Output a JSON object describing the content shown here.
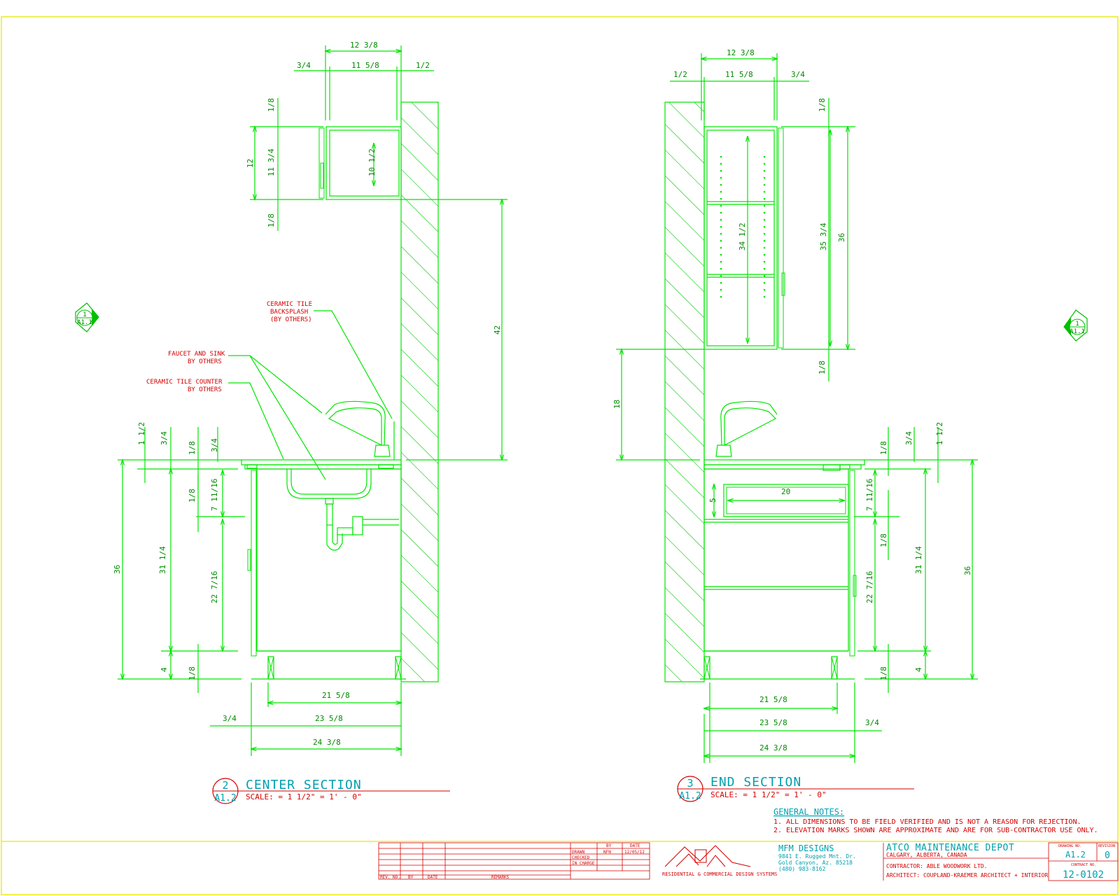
{
  "views": {
    "center": {
      "number": "2",
      "sheet": "A1.2",
      "title": "CENTER SECTION",
      "scale": "SCALE: = 1 1/2\" = 1' - 0\"",
      "dims": {
        "upper_overall_width": "12 3/8",
        "upper_left_offset": "3/4",
        "upper_inner_width": "11 5/8",
        "upper_right_offset": "1/2",
        "upper_top_gap": "1/8",
        "upper_height": "12",
        "upper_inner_height": "11 3/4",
        "upper_door_height": "10 1/2",
        "upper_bottom_gap": "1/8",
        "counter_to_upper": "42",
        "counter_total": "1 1/2",
        "counter_top": "3/4",
        "counter_gap_left": "1/8",
        "counter_gap_right": "3/4",
        "base_height": "36",
        "drawer_gap": "1/8",
        "drawer_height": "7 11/16",
        "base_box": "31 1/4",
        "door_height": "22 7/16",
        "toe_kick": "4",
        "bottom_gap": "1/8",
        "base_inner_width": "21 5/8",
        "base_left_offset": "3/4",
        "base_width": "23 5/8",
        "base_overall": "24 3/8"
      },
      "notes": {
        "backsplash": [
          "CERAMIC TILE",
          "BACKSPLASH",
          "(BY OTHERS)"
        ],
        "faucet": [
          "FAUCET AND SINK",
          "BY OTHERS"
        ],
        "counter": [
          "CERAMIC TILE COUNTER",
          "BY OTHERS"
        ]
      }
    },
    "end": {
      "number": "3",
      "sheet": "A1.2",
      "title": "END SECTION",
      "scale": "SCALE: = 1 1/2\" = 1' - 0\"",
      "dims": {
        "upper_overall_width": "12 3/8",
        "upper_left_offset": "1/2",
        "upper_inner_width": "11 5/8",
        "upper_right_offset": "3/4",
        "upper_top_gap": "1/8",
        "upper_shelf_height": "34 1/2",
        "upper_inner_height": "35 3/4",
        "upper_height": "36",
        "upper_bottom_gap": "1/8",
        "counter_to_upper": "18",
        "counter_gap": "1/8",
        "counter_top": "3/4",
        "counter_total": "1 1/2",
        "drawer_height": "7 11/16",
        "drawer_box_height": "5",
        "drawer_box_width": "20",
        "drawer_gap": "1/8",
        "door_height": "22 7/16",
        "base_box": "31 1/4",
        "base_height": "36",
        "toe_kick": "4",
        "bottom_gap": "1/8",
        "base_inner_width": "21 5/8",
        "base_width": "23 5/8",
        "base_right_offset": "3/4",
        "base_overall": "24 3/8"
      }
    }
  },
  "elevation_marks": {
    "left": {
      "number": "1",
      "sheet": "A1.1"
    },
    "right": {
      "number": "1",
      "sheet": "A1.1"
    }
  },
  "general_notes": {
    "heading": "GENERAL NOTES:",
    "items": [
      "1.  ALL DIMENSIONS TO BE FIELD VERIFIED AND IS NOT A REASON FOR REJECTION.",
      "2.  ELEVATION MARKS SHOWN ARE APPROXIMATE AND ARE FOR SUB-CONTRACTOR USE ONLY."
    ]
  },
  "title_block": {
    "revision_headers": [
      "REV. NO.",
      "BY",
      "DATE",
      "REMARKS"
    ],
    "sign_headers": [
      "BY",
      "DATE"
    ],
    "sign_rows": [
      {
        "label": "DRAWN",
        "by": "NFN",
        "date": "12/05/12"
      },
      {
        "label": "CHECKED",
        "by": "",
        "date": ""
      },
      {
        "label": "IN CHARGE",
        "by": "",
        "date": ""
      }
    ],
    "logo_caption": "RESIDENTIAL & COMMERCIAL DESIGN SYSTEMS",
    "firm_name": "MFM DESIGNS",
    "firm_address": [
      "9841 E. Rugged Mnt. Dr.",
      "Gold Canyon, Az. 85218",
      "(480) 983-8162"
    ],
    "project_name": "ATCO MAINTENANCE DEPOT",
    "project_location": "CALGARY, ALBERTA, CANADA",
    "contractor": "CONTRACTOR:  ABLE WOODWORK LTD.",
    "architect": "ARCHITECT: COUPLAND-KRAEMER ARCHITECT + INTERIOR",
    "drawing_no_label": "DRAWING NO.",
    "drawing_no": "A1.2",
    "revision_label": "REVISION",
    "revision": "0",
    "contract_no_label": "CONTRACT NO.",
    "contract_no": "12-0102"
  },
  "colors": {
    "linework": "#00e600",
    "dimension_text": "#008a00",
    "annotation_text": "#d40000",
    "title_text": "#00a0b0",
    "border": "#e6e600"
  }
}
